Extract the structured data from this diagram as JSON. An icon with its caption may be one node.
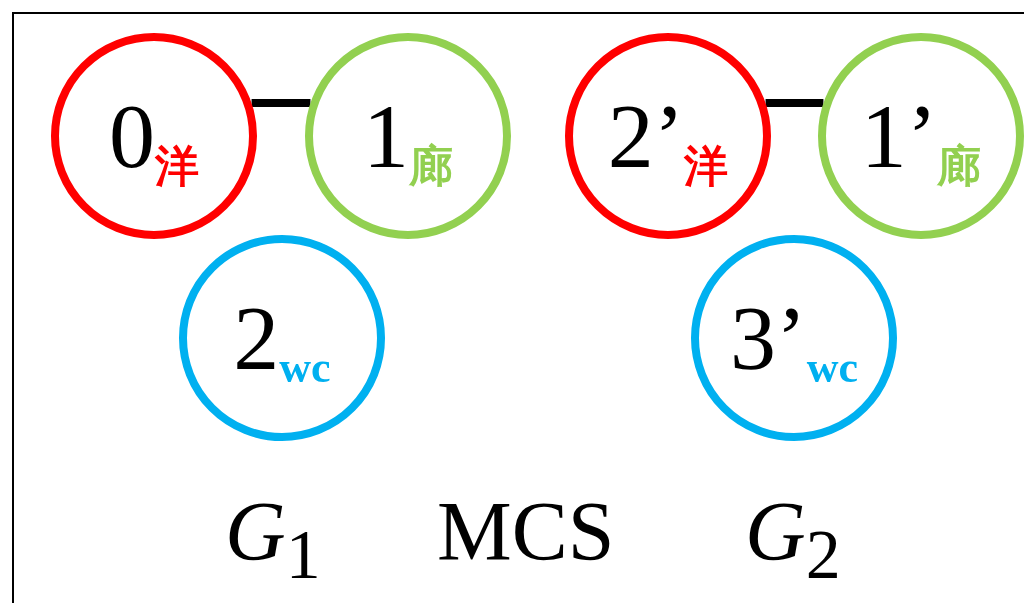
{
  "diagram": {
    "nodes": [
      {
        "text": [
          "0",
          "洋"
        ]
      },
      {
        "text": [
          "1",
          "廊"
        ]
      },
      {
        "text": [
          "2’",
          "洋"
        ]
      },
      {
        "text": [
          "1’",
          "廊"
        ]
      },
      {
        "text": [
          "2",
          "wc"
        ]
      },
      {
        "text": [
          "3’",
          "wc"
        ]
      }
    ],
    "edges": [
      {
        "from": 0,
        "to": 1,
        "arrow": "none"
      },
      {
        "from": 2,
        "to": 3,
        "arrow": "none"
      }
    ],
    "labels": [
      "*G*$_{1}$",
      "MCS",
      "*G*$_{2}$"
    ]
  }
}
